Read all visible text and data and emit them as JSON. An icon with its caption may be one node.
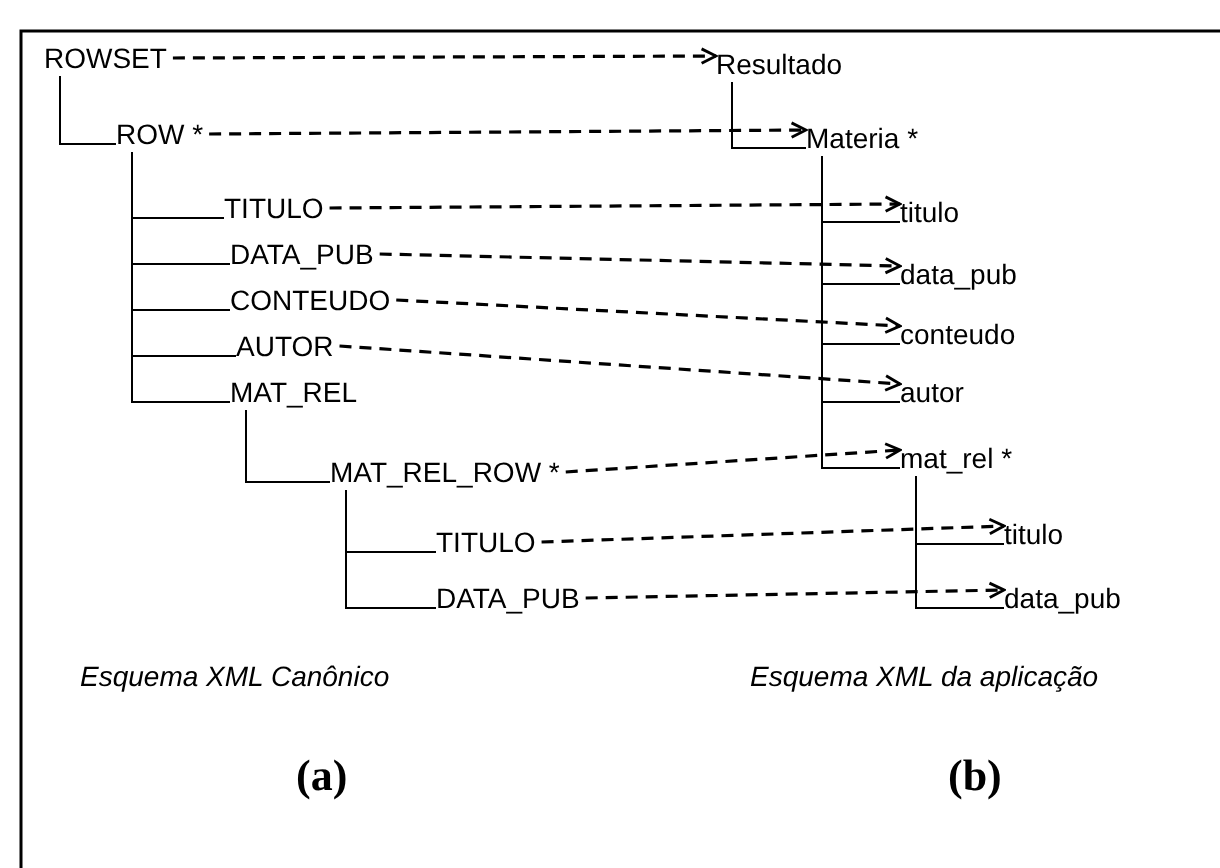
{
  "diagram": {
    "nodes": [
      {
        "text": [
          "ROWSET"
        ]
      },
      {
        "text": [
          "ROW *"
        ]
      },
      {
        "text": [
          "TITULO"
        ]
      },
      {
        "text": [
          "DATA_PUB"
        ]
      },
      {
        "text": [
          "CONTEUDO"
        ]
      },
      {
        "text": [
          "AUTOR"
        ]
      },
      {
        "text": [
          "MAT_REL"
        ]
      },
      {
        "text": [
          "MAT_REL_ROW *"
        ]
      },
      {
        "text": [
          "TITULO"
        ]
      },
      {
        "text": [
          "DATA_PUB"
        ]
      },
      {
        "text": [
          "Resultado"
        ]
      },
      {
        "text": [
          "Materia *"
        ]
      },
      {
        "text": [
          "titulo"
        ]
      },
      {
        "text": [
          "data_pub"
        ]
      },
      {
        "text": [
          "conteudo"
        ]
      },
      {
        "text": [
          "autor"
        ]
      },
      {
        "text": [
          "mat_rel *"
        ]
      },
      {
        "text": [
          "titulo"
        ]
      },
      {
        "text": [
          "data_pub"
        ]
      }
    ],
    "edges": [
      {
        "from": 0,
        "to": 10,
        "arrow": "to",
        "style": "dashed"
      },
      {
        "from": 0,
        "to": 1,
        "arrow": "none"
      },
      {
        "from": 1,
        "to": 11,
        "arrow": "to",
        "style": "dashed"
      },
      {
        "from": 1,
        "to": 2,
        "arrow": "none"
      },
      {
        "from": 1,
        "to": 3,
        "arrow": "none"
      },
      {
        "from": 1,
        "to": 4,
        "arrow": "none"
      },
      {
        "from": 1,
        "to": 5,
        "arrow": "none"
      },
      {
        "from": 1,
        "to": 6,
        "arrow": "none"
      },
      {
        "from": 2,
        "to": 12,
        "arrow": "to",
        "style": "dashed"
      },
      {
        "from": 3,
        "to": 13,
        "arrow": "to",
        "style": "dashed"
      },
      {
        "from": 4,
        "to": 14,
        "arrow": "to",
        "style": "dashed"
      },
      {
        "from": 5,
        "to": 15,
        "arrow": "to",
        "style": "dashed"
      },
      {
        "from": 6,
        "to": 7,
        "arrow": "none"
      },
      {
        "from": 7,
        "to": 16,
        "arrow": "to",
        "style": "dashed"
      },
      {
        "from": 7,
        "to": 8,
        "arrow": "none"
      },
      {
        "from": 7,
        "to": 9,
        "arrow": "none"
      },
      {
        "from": 8,
        "to": 17,
        "arrow": "to",
        "style": "dashed"
      },
      {
        "from": 9,
        "to": 18,
        "arrow": "to",
        "style": "dashed"
      },
      {
        "from": 10,
        "to": 11,
        "arrow": "none"
      },
      {
        "from": 11,
        "to": 12,
        "arrow": "none"
      },
      {
        "from": 11,
        "to": 13,
        "arrow": "none"
      },
      {
        "from": 11,
        "to": 14,
        "arrow": "none"
      },
      {
        "from": 11,
        "to": 15,
        "arrow": "none"
      },
      {
        "from": 11,
        "to": 16,
        "arrow": "none"
      },
      {
        "from": 16,
        "to": 17,
        "arrow": "none"
      },
      {
        "from": 16,
        "to": 18,
        "arrow": "none"
      }
    ],
    "labels": [
      "Esquema XML Canônico",
      "Esquema XML da aplicação",
      "(a)",
      "(b)"
    ]
  }
}
